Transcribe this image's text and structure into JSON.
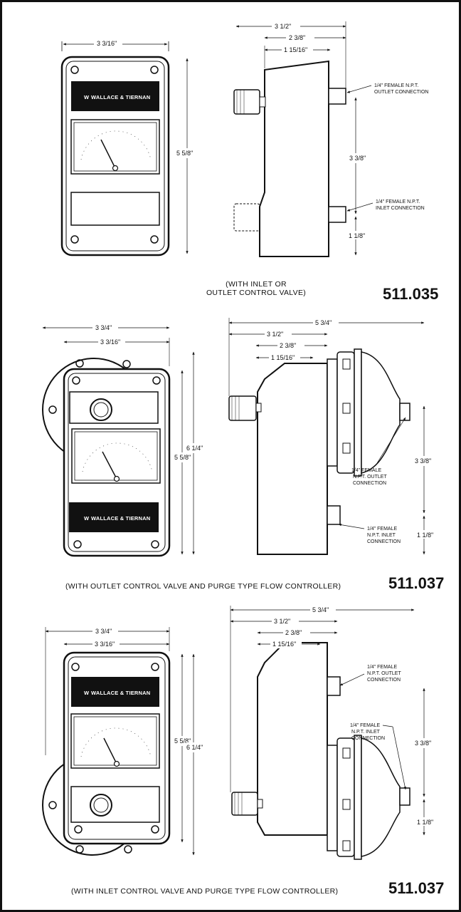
{
  "brand": {
    "name": "WALLACE & TIERNAN",
    "mark": "W"
  },
  "colors": {
    "ink": "#111111",
    "body_fill": "#ffffff",
    "nameplate": "#111111"
  },
  "section1": {
    "model": "511.035",
    "caption_line1": "(WITH INLET OR",
    "caption_line2": "OUTLET CONTROL VALVE)",
    "front_width": "3 3/16\"",
    "front_height": "5 5/8\"",
    "side_overall": "3 1/2\"",
    "side_mid": "2 3/8\"",
    "side_inner": "1 15/16\"",
    "conn_spacing": "3 3/8\"",
    "bottom_offset": "1 1/8\"",
    "outlet_label_1": "1/4\" FEMALE N.P.T.",
    "outlet_label_2": "OUTLET CONNECTION",
    "inlet_label_1": "1/4\" FEMALE N.P.T.",
    "inlet_label_2": "INLET CONNECTION"
  },
  "section2": {
    "model": "511.037",
    "caption": "(WITH OUTLET CONTROL VALVE AND PURGE TYPE FLOW CONTROLLER)",
    "front_width_outer": "3 3/4\"",
    "front_width_inner": "3 3/16\"",
    "front_height_inner": "5 5/8\"",
    "front_height_outer": "6 1/4\"",
    "side_overall": "5 3/4\"",
    "side_a": "3 1/2\"",
    "side_b": "2 3/8\"",
    "side_c": "1 15/16\"",
    "conn_spacing": "3 3/8\"",
    "bottom_offset": "1 1/8\"",
    "outlet_label_1": "1/4\" FEMALE",
    "outlet_label_2": "N.P.T. OUTLET",
    "outlet_label_3": "CONNECTION",
    "inlet_label_1": "1/4\" FEMALE",
    "inlet_label_2": "N.P.T. INLET",
    "inlet_label_3": "CONNECTION"
  },
  "section3": {
    "model": "511.037",
    "caption": "(WITH INLET CONTROL VALVE AND PURGE TYPE FLOW CONTROLLER)",
    "front_width_outer": "3 3/4\"",
    "front_width_inner": "3 3/16\"",
    "front_height_inner": "5 5/8\"",
    "front_height_outer": "6 1/4\"",
    "side_overall": "5 3/4\"",
    "side_a": "3 1/2\"",
    "side_b": "2 3/8\"",
    "side_c": "1 15/16\"",
    "conn_spacing": "3 3/8\"",
    "bottom_offset": "1 1/8\"",
    "outlet_label_1": "1/4\" FEMALE",
    "outlet_label_2": "N.P.T. OUTLET",
    "outlet_label_3": "CONNECTION",
    "inlet_label_1": "1/4\" FEMALE",
    "inlet_label_2": "N.P.T. INLET",
    "inlet_label_3": "CONNECTION"
  }
}
